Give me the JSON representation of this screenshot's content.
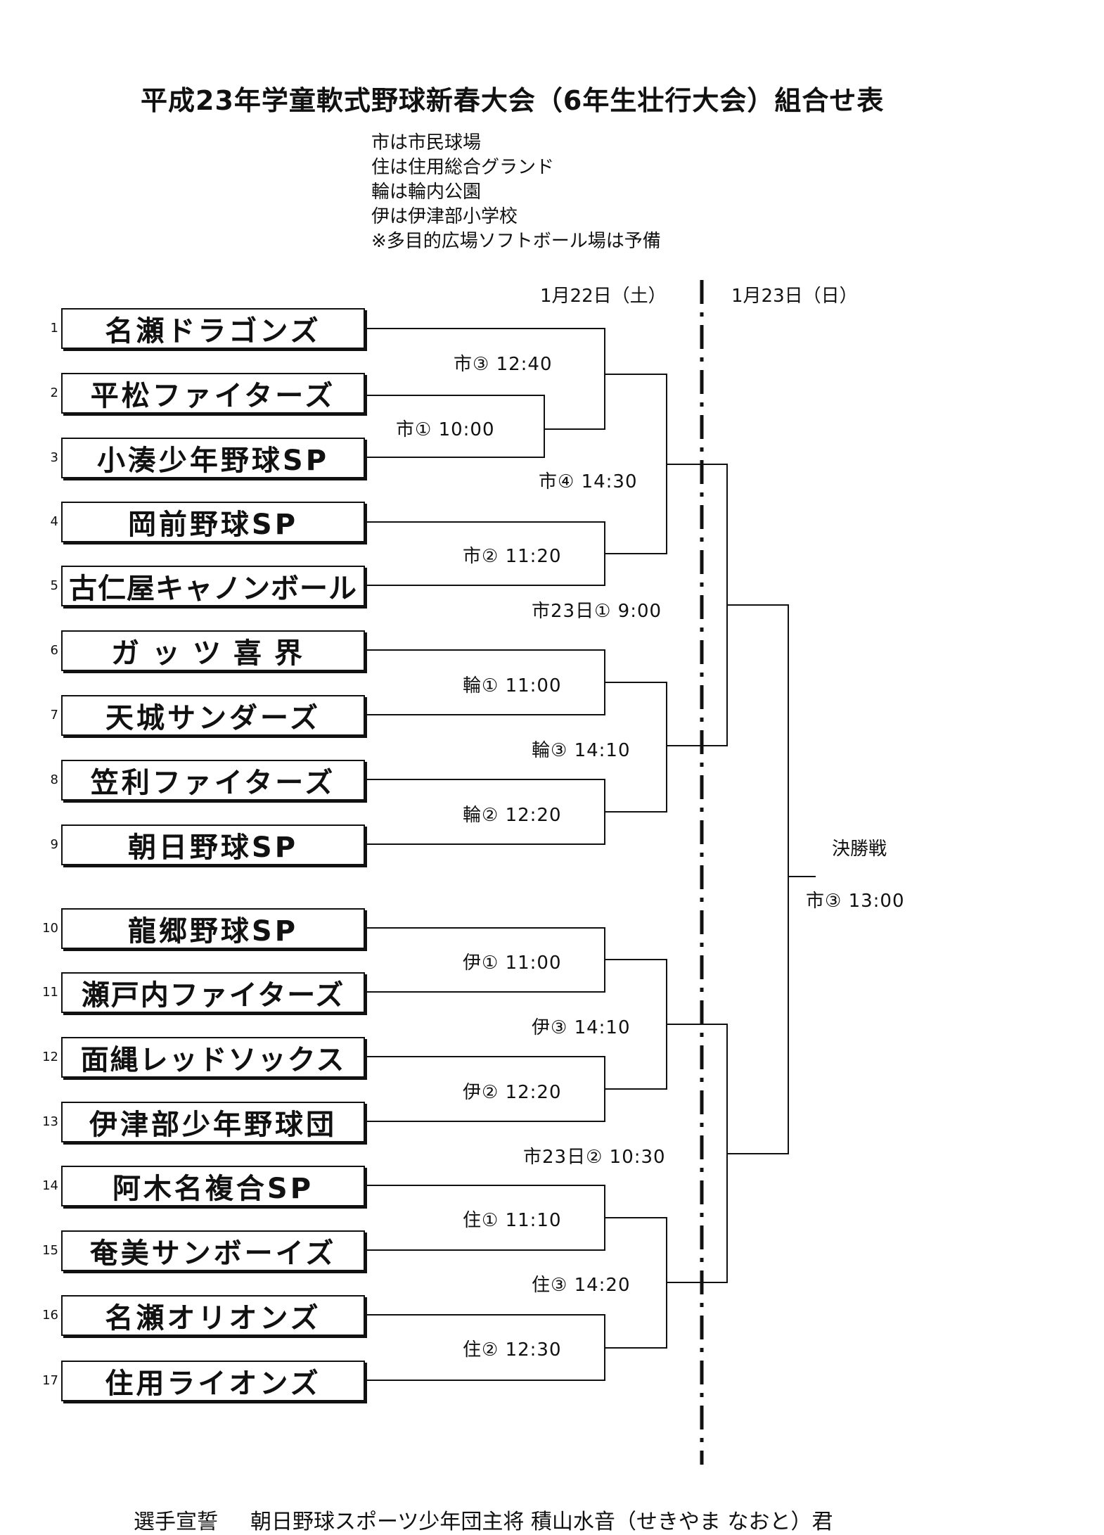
{
  "document": {
    "title": "平成23年学童軟式野球新春大会（6年生壮行大会）組合せ表",
    "legend": [
      "市は市民球場",
      "住は住用総合グランド",
      "輪は輪内公園",
      "伊は伊津部小学校",
      "※多目的広場ソフトボール場は予備"
    ],
    "dates": {
      "day1": "1月22日（土）",
      "day2": "1月23日（日）"
    }
  },
  "teams": [
    {
      "seed": "1",
      "name": "名瀬ドラゴンズ"
    },
    {
      "seed": "2",
      "name": "平松ファイターズ"
    },
    {
      "seed": "3",
      "name": "小湊少年野球SP"
    },
    {
      "seed": "4",
      "name": "岡前野球SP"
    },
    {
      "seed": "5",
      "name": "古仁屋キャノンボール"
    },
    {
      "seed": "6",
      "name": "ガッツ喜界"
    },
    {
      "seed": "7",
      "name": "天城サンダーズ"
    },
    {
      "seed": "8",
      "name": "笠利ファイターズ"
    },
    {
      "seed": "9",
      "name": "朝日野球SP"
    },
    {
      "seed": "10",
      "name": "龍郷野球SP"
    },
    {
      "seed": "11",
      "name": "瀬戸内ファイターズ"
    },
    {
      "seed": "12",
      "name": "面縄レッドソックス"
    },
    {
      "seed": "13",
      "name": "伊津部少年野球団"
    },
    {
      "seed": "14",
      "name": "阿木名複合SP"
    },
    {
      "seed": "15",
      "name": "奄美サンボーイズ"
    },
    {
      "seed": "16",
      "name": "名瀬オリオンズ"
    },
    {
      "seed": "17",
      "name": "住用ライオンズ"
    }
  ],
  "matches": {
    "m_city1": "市①  10:00",
    "m_city3": "市③  12:40",
    "m_city2": "市②  11:20",
    "m_city4": "市④  14:30",
    "m_wa1": "輪①  11:00",
    "m_wa2": "輪②  12:20",
    "m_wa3": "輪③  14:10",
    "m_i1": "伊①  11:00",
    "m_i2": "伊②  12:20",
    "m_i3": "伊③  14:10",
    "m_su1": "住①  11:10",
    "m_su2": "住②  12:30",
    "m_su3": "住③  14:20",
    "semi1": "市23日①  9:00",
    "semi2": "市23日②  10:30",
    "final_label": "決勝戦",
    "final": "市③  13:00"
  },
  "footer": {
    "oath_label": "選手宣誓",
    "oath_person": "朝日野球スポーツ少年団主将  積山水音（せきやま  なおと）君"
  }
}
